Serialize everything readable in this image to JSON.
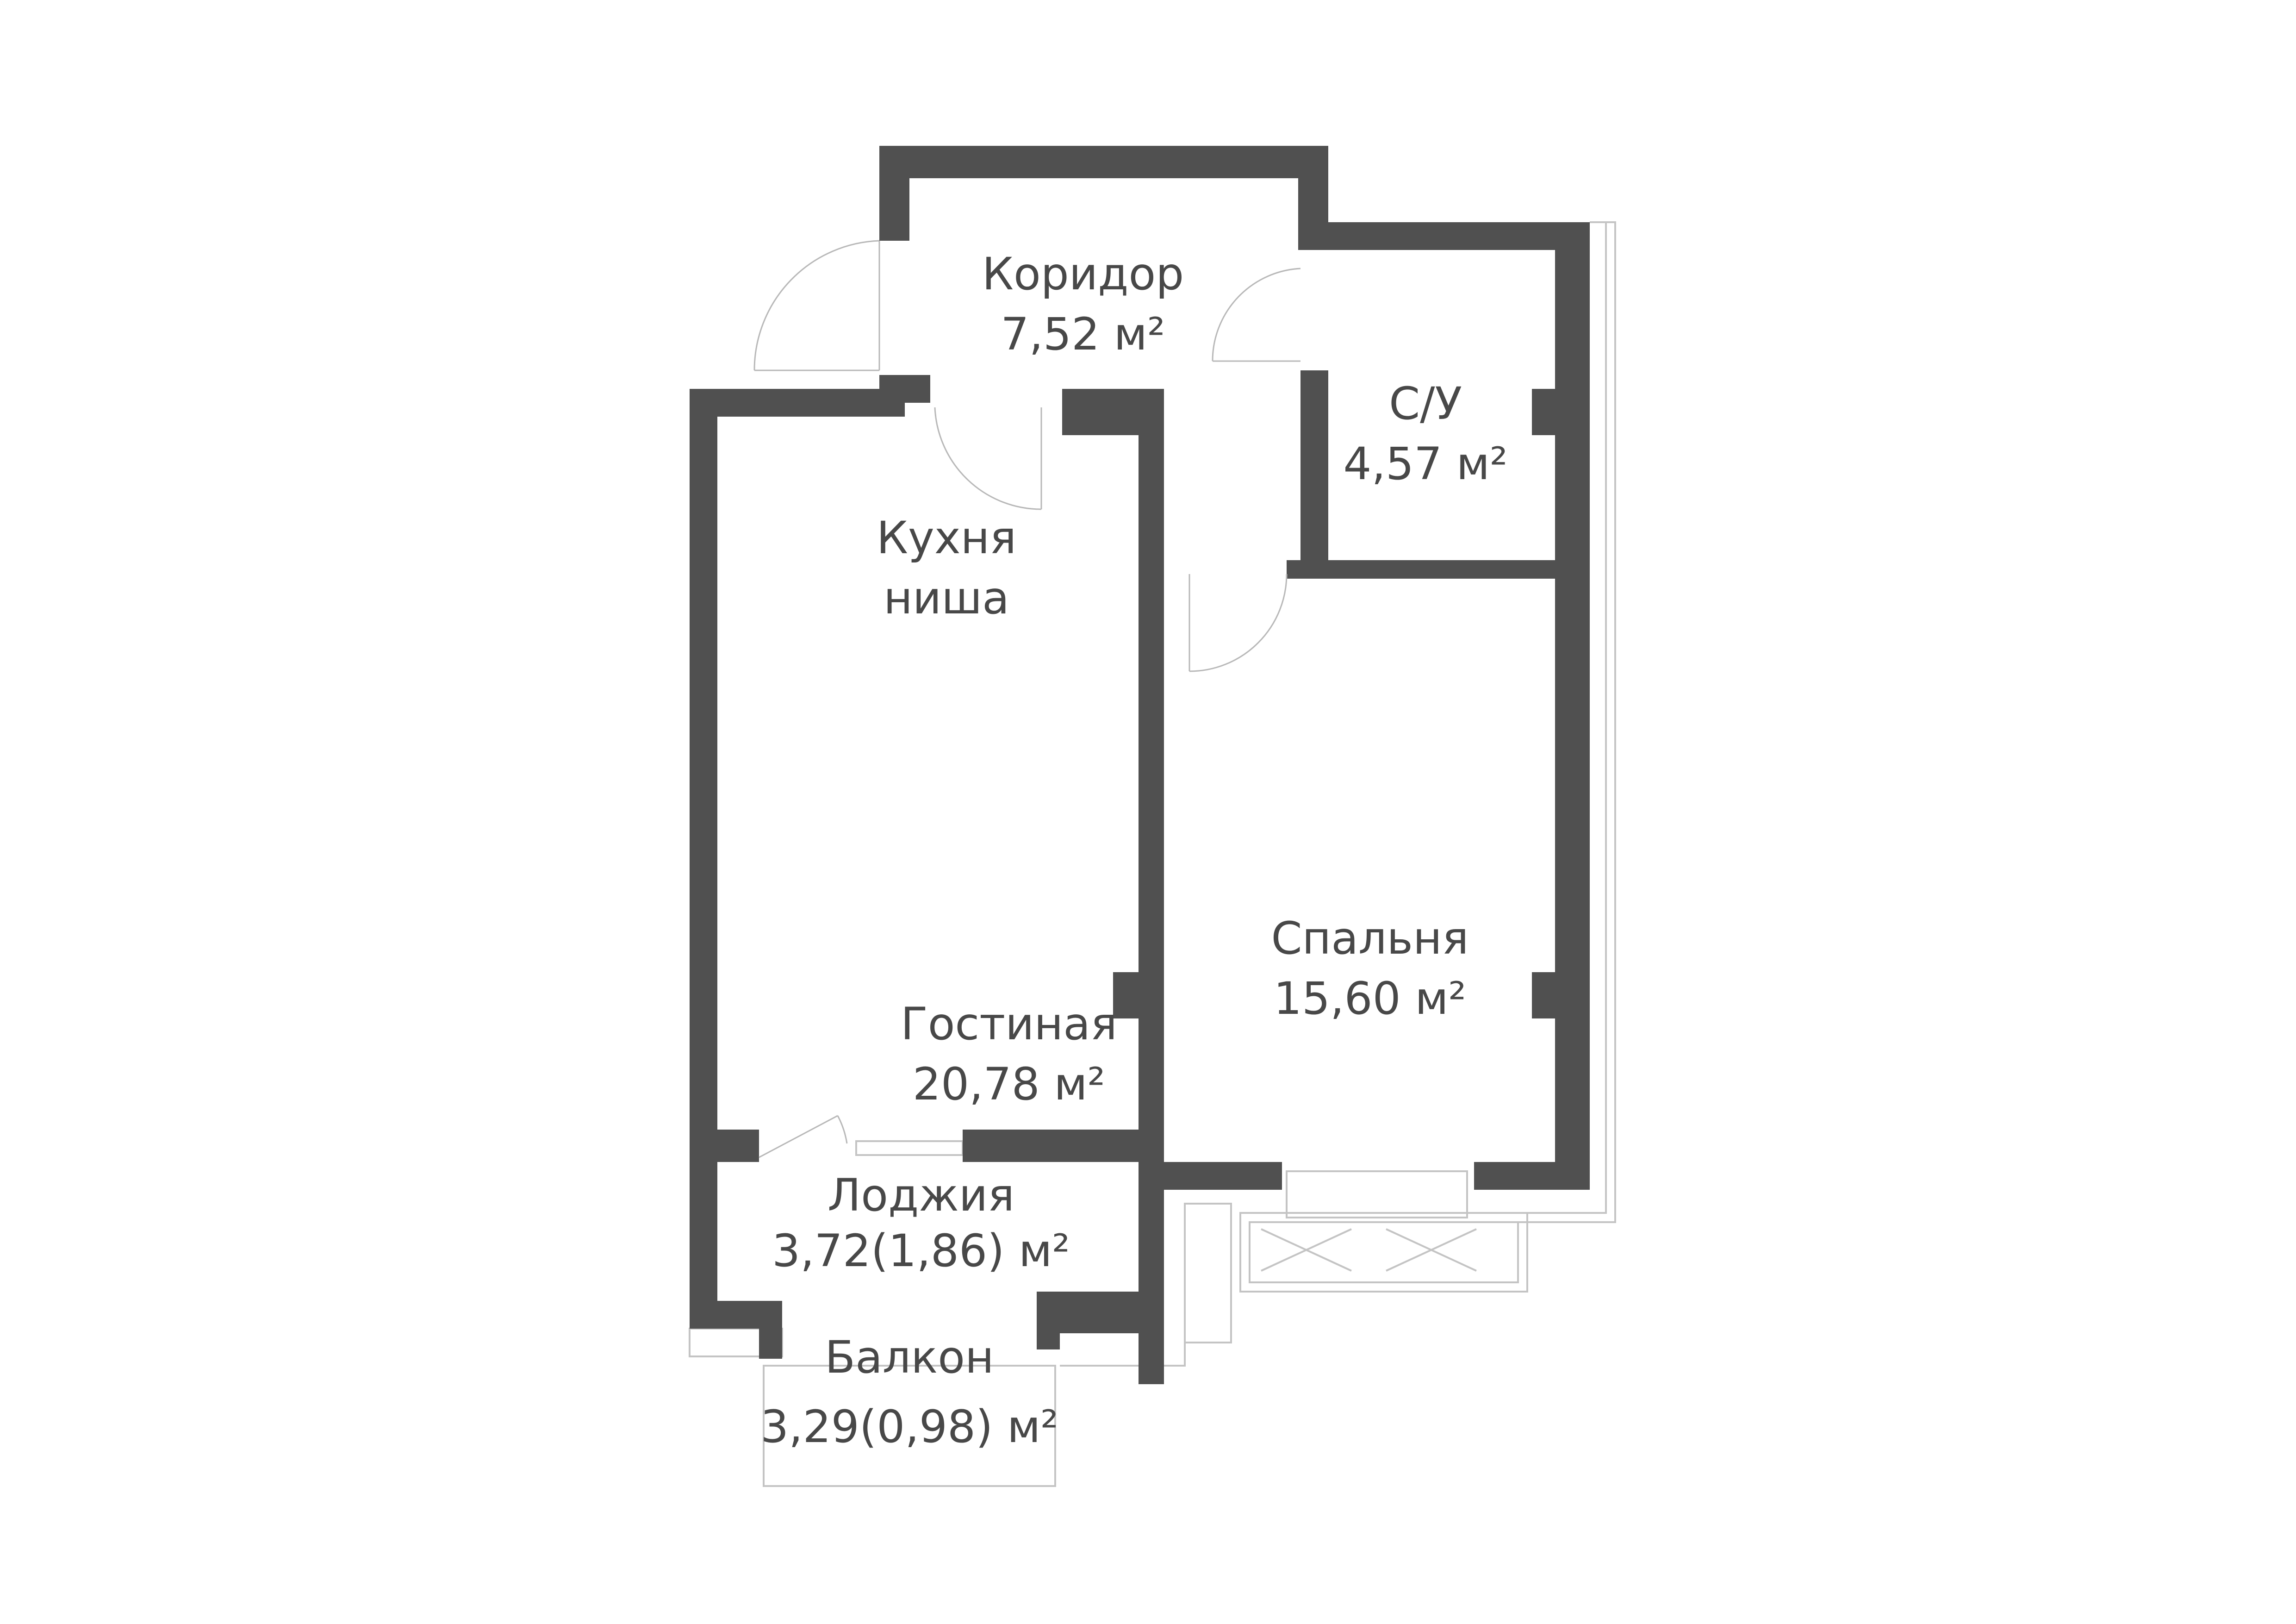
{
  "plan": {
    "rooms": [
      {
        "id": "corridor",
        "name": "Коридор",
        "area": "7,52 м²"
      },
      {
        "id": "bathroom",
        "name": "С/У",
        "area": "4,57 м²"
      },
      {
        "id": "kitchen",
        "name": "Кухня",
        "sub": "ниша"
      },
      {
        "id": "living",
        "name": "Гостиная",
        "area": "20,78 м²"
      },
      {
        "id": "bedroom",
        "name": "Спальня",
        "area": "15,60 м²"
      },
      {
        "id": "loggia",
        "name": "Лоджия",
        "area": "3,72(1,86) м²"
      },
      {
        "id": "balcony",
        "name": "Балкон",
        "area": "3,29(0,98) м²"
      }
    ],
    "colors": {
      "wall": "#505050",
      "text": "#484848",
      "outline": "#c4c4c4"
    }
  }
}
